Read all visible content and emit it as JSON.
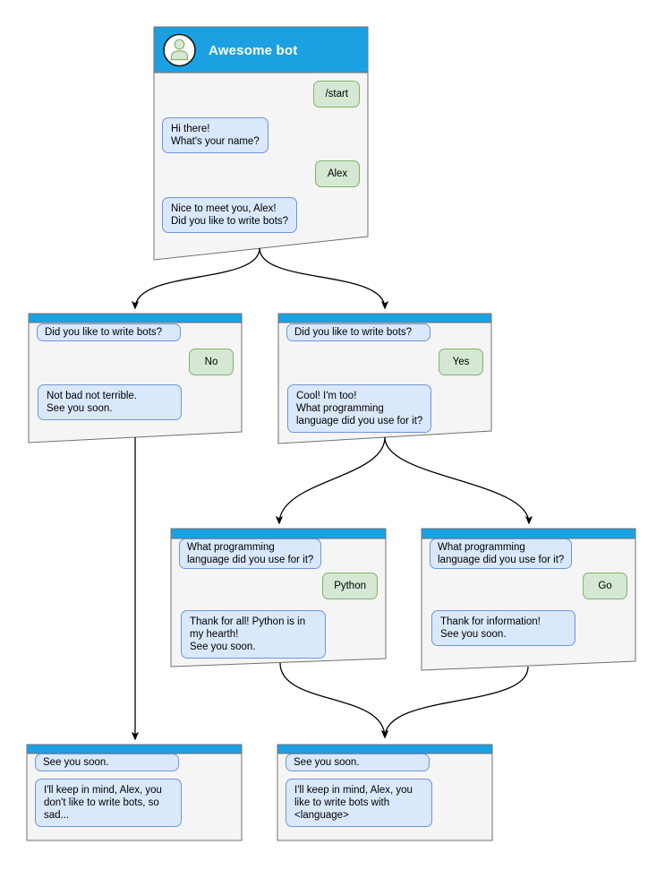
{
  "colors": {
    "header_blue": "#1ba1e2",
    "window_fill": "#f5f5f5",
    "window_border": "#707070",
    "bot_bubble_fill": "#dae8fc",
    "bot_bubble_border": "#6e95d9",
    "user_bubble_fill": "#d5e8d4",
    "user_bubble_border": "#82b366",
    "arrow": "#000000"
  },
  "windows": [
    {
      "name": "root",
      "title": "Awesome bot",
      "messages": [
        {
          "from": "user",
          "text": "/start"
        },
        {
          "from": "bot",
          "text": "Hi there!\nWhat's your name?"
        },
        {
          "from": "user",
          "text": "Alex"
        },
        {
          "from": "bot",
          "text": "Nice to meet you, Alex!\nDid you like to write bots?"
        }
      ]
    },
    {
      "name": "branch-no",
      "messages": [
        {
          "from": "bot",
          "text": "Did you like to write bots?"
        },
        {
          "from": "user",
          "text": "No"
        },
        {
          "from": "bot",
          "text": "Not bad not terrible.\nSee you soon."
        }
      ]
    },
    {
      "name": "branch-yes",
      "messages": [
        {
          "from": "bot",
          "text": "Did you like to write bots?"
        },
        {
          "from": "user",
          "text": "Yes"
        },
        {
          "from": "bot",
          "text": "Cool! I'm too!\nWhat programming\nlanguage did you use for it?"
        }
      ]
    },
    {
      "name": "lang-python",
      "messages": [
        {
          "from": "bot",
          "text": "What programming\nlanguage did you use for it?"
        },
        {
          "from": "user",
          "text": "Python"
        },
        {
          "from": "bot",
          "text": "Thank for all! Python is in\nmy hearth!\nSee you soon."
        }
      ]
    },
    {
      "name": "lang-go",
      "messages": [
        {
          "from": "bot",
          "text": "What programming\nlanguage did you use for it?"
        },
        {
          "from": "user",
          "text": "Go"
        },
        {
          "from": "bot",
          "text": "Thank for information!\nSee you soon."
        }
      ]
    },
    {
      "name": "end-no",
      "messages": [
        {
          "from": "bot",
          "text": "See you soon."
        },
        {
          "from": "bot",
          "text": "I'll keep in mind, Alex, you\ndon't like to write bots, so\nsad..."
        }
      ]
    },
    {
      "name": "end-yes",
      "messages": [
        {
          "from": "bot",
          "text": "See you soon."
        },
        {
          "from": "bot",
          "text": "I'll keep in mind, Alex, you\nlike to write bots with\n<language>"
        }
      ]
    }
  ]
}
